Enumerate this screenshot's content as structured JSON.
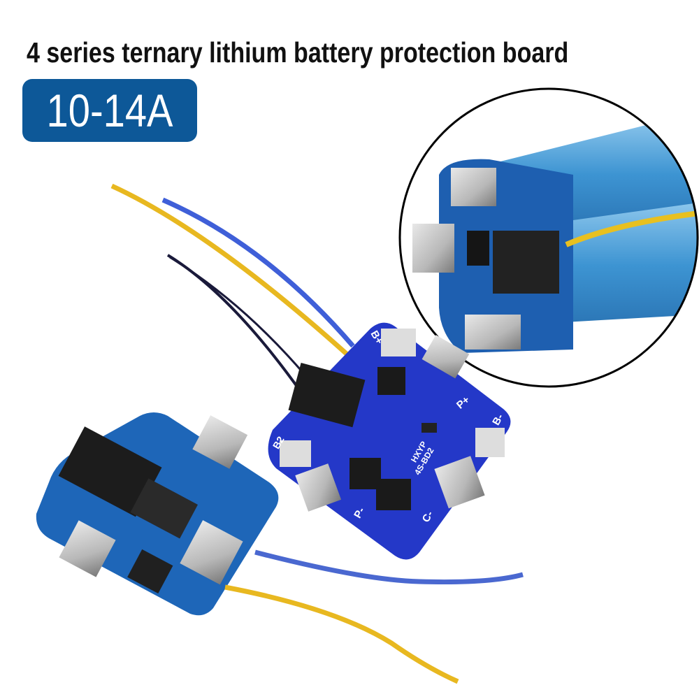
{
  "title": "4 series ternary lithium battery protection board",
  "badge": "10-14A",
  "board_labels": {
    "b_plus": "B+",
    "p_plus": "P+",
    "b_minus": "B-",
    "b2": "B2",
    "p_minus": "P-",
    "c_minus": "C-",
    "brand": "HXYP",
    "model": "4S-BD2"
  },
  "colors": {
    "badge": "#0d5898",
    "board_front": "#2438c8",
    "board_back": "#1e66b8",
    "wire_yellow": "#e8b820",
    "wire_blue": "#3f5fd8",
    "wire_black": "#1a1a3a",
    "cell_blue": "#4aa0d8"
  }
}
